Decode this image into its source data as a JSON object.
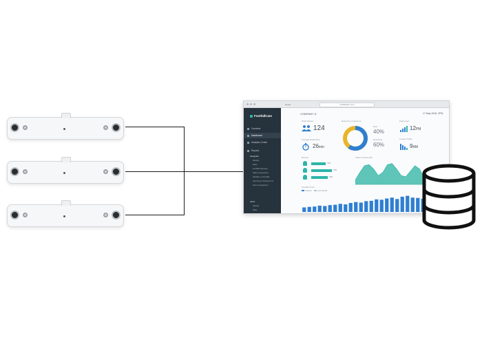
{
  "dashboard": {
    "url": "footfallcam.com",
    "tab_label": "Home",
    "logo": "FootfallCam",
    "company": "COMPANY A",
    "datetime": "17 May 2016, 2PM",
    "sidebar": {
      "items": [
        {
          "label": "Overview",
          "active": false
        },
        {
          "label": "Dashboard",
          "active": true
        },
        {
          "label": "Analytics Centre",
          "active": false
        },
        {
          "label": "Reports",
          "active": false
        }
      ],
      "sections": [
        {
          "label": "Navigation",
          "subitems": [
            "Weekly",
            "Daily",
            "Footfall Summary",
            "Sales Comparison",
            "Weather vs Footfall",
            "Opening & Closing Time",
            "Store Comparison"
          ]
        },
        {
          "label": "Alerts",
          "subitems": [
            "Weekly",
            "Daily"
          ]
        }
      ]
    },
    "kpis": {
      "total_visitors": {
        "label": "Total Visitors",
        "value": "124"
      },
      "avg_dwell_time": {
        "label": "Average Dwell Time",
        "value": "26",
        "unit": "min"
      },
      "returning_label": "Returning Customers",
      "returning_new": {
        "label": "New",
        "value": "40%"
      },
      "returning_back": {
        "label": "Returning",
        "value": "60%"
      },
      "peak_hour": {
        "label": "Peak Hour",
        "value": "12",
        "unit": "PM"
      },
      "lowest_hour": {
        "label": "Lowest Traffic",
        "value": "9",
        "unit": "AM"
      }
    },
    "return_share": 0.6,
    "gender_bars": {
      "label": "Bounce",
      "items": [
        {
          "icon": "male-figure-icon",
          "value": 0.35,
          "label": "70%"
        },
        {
          "icon": "female-figure-icon",
          "value": 0.5,
          "label": "75%"
        },
        {
          "icon": "child-figure-icon",
          "value": 0.4,
          "label": "60%"
        }
      ]
    },
    "area_chart_label": "Visitor Trends (All)",
    "area_values": [
      0.2,
      0.55,
      0.85,
      0.9,
      0.7,
      0.4,
      0.55,
      0.9,
      0.95,
      0.7,
      0.4,
      0.35,
      0.6,
      0.85,
      0.7,
      0.3
    ],
    "bar_chart_label": "Footfall Trend",
    "legend": [
      "Visitors",
      "Last Week"
    ],
    "bar_values": [
      0.25,
      0.28,
      0.3,
      0.35,
      0.33,
      0.38,
      0.4,
      0.45,
      0.42,
      0.5,
      0.55,
      0.52,
      0.6,
      0.62,
      0.7,
      0.68,
      0.75,
      0.8,
      0.72,
      0.85,
      0.9,
      0.8,
      0.78,
      0.74
    ],
    "colors": {
      "accent": "#2bb5a8",
      "blue": "#2f7fd1",
      "yellow": "#e8b52a",
      "sidebar": "#26323c"
    }
  }
}
